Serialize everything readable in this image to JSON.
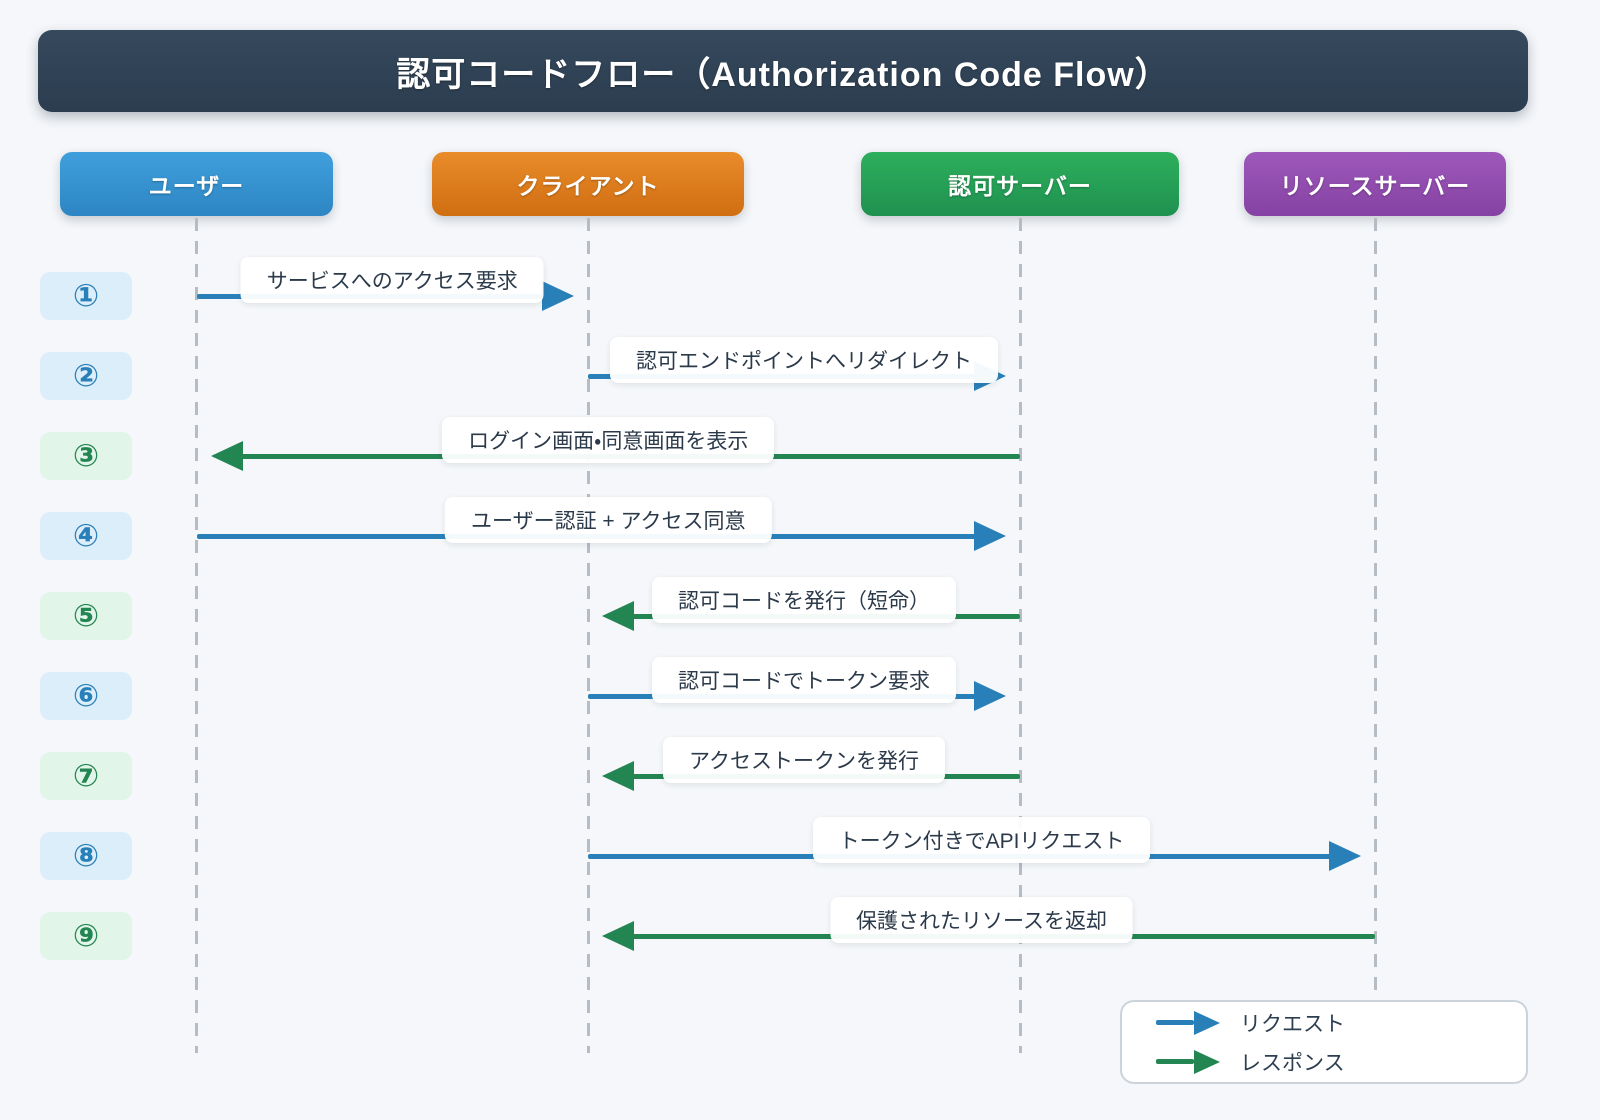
{
  "title": "認可コードフロー（Authorization Code Flow）",
  "actors": [
    {
      "id": "user",
      "label": "ユーザー",
      "color_top": "#3f9fdc",
      "color_bottom": "#2d86c3"
    },
    {
      "id": "client",
      "label": "クライアント",
      "color_top": "#e98c2a",
      "color_bottom": "#d06e12"
    },
    {
      "id": "auth",
      "label": "認可サーバー",
      "color_top": "#2daf5c",
      "color_bottom": "#1f9150"
    },
    {
      "id": "resource",
      "label": "リソースサーバー",
      "color_top": "#9d58ba",
      "color_bottom": "#8642a3"
    }
  ],
  "steps": [
    {
      "num": "①",
      "label": "サービスへのアクセス要求",
      "type": "request",
      "from": "user",
      "to": "client"
    },
    {
      "num": "②",
      "label": "認可エンドポイントへリダイレクト",
      "type": "request",
      "from": "client",
      "to": "auth"
    },
    {
      "num": "③",
      "label": "ログイン画面・同意画面を表示",
      "type": "response",
      "from": "auth",
      "to": "user"
    },
    {
      "num": "④",
      "label": "ユーザー認証 + アクセス同意",
      "type": "request",
      "from": "user",
      "to": "auth"
    },
    {
      "num": "⑤",
      "label": "認可コードを発行（短命）",
      "type": "response",
      "from": "auth",
      "to": "client"
    },
    {
      "num": "⑥",
      "label": "認可コードでトークン要求",
      "type": "request",
      "from": "client",
      "to": "auth"
    },
    {
      "num": "⑦",
      "label": "アクセストークンを発行",
      "type": "response",
      "from": "auth",
      "to": "client"
    },
    {
      "num": "⑧",
      "label": "トークン付きでAPIリクエスト",
      "type": "request",
      "from": "client",
      "to": "resource"
    },
    {
      "num": "⑨",
      "label": "保護されたリソースを返却",
      "type": "response",
      "from": "resource",
      "to": "client"
    }
  ],
  "legend": [
    {
      "label": "リクエスト",
      "type": "request"
    },
    {
      "label": "レスポンス",
      "type": "response"
    }
  ],
  "colors": {
    "request": "#2980b9",
    "response": "#238552",
    "request_badge_bg": "#ddeefb",
    "response_badge_bg": "#e2f5e9",
    "page_bg": "#f5f7fa"
  }
}
